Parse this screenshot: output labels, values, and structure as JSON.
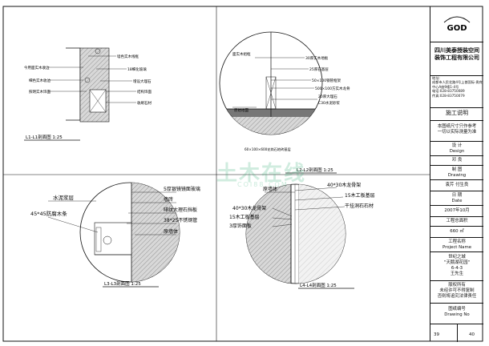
{
  "drawings": {
    "l1": {
      "title": "L1-L1剖面图 1:25",
      "labels": [
        "墙色实木线框",
        "今用面实木收边",
        "18细化玻璃",
        "细色实木收边",
        "增设大理石",
        "照明实木饰面",
        "结构饰面",
        "收刷石材"
      ]
    },
    "l2": {
      "title": "L2-L2剖面图 1:25",
      "labels": [
        "面实木组框",
        "30厚实木地板",
        "25厚石基层",
        "50×100钢管框架",
        "500×100方实木龙骨",
        "20厚大理石",
        "C30水泥砂浆",
        "原始地面",
        "60×100×600花岗石地砖基层"
      ]
    },
    "l3": {
      "title": "L3-L3剖面图 1:25",
      "labels": [
        "5厚银镜镜面玻璃",
        "墙砖",
        "啡纹大理石挡板",
        "38*25不锈钢管",
        "原墙体",
        "水泥浆层",
        "45*45防腐木条"
      ]
    },
    "l4": {
      "title": "L4-L4剖面图 1:25",
      "labels": [
        "原墙体",
        "40*30木龙骨架",
        "15木工板基层",
        "干挂洞石石材",
        "40*30木龙骨架",
        "15木工板基层",
        "3厚饰面板"
      ]
    }
  },
  "title_block": {
    "logo_text": "GOD",
    "company_line1": "四川美泰授装空间",
    "company_line2": "装饰工程有限公司",
    "address_label": "地址:",
    "address_text": "成都市人民北路4号上普国际·贵宾中心A座9楼1-4号",
    "phone": "电话:028-83750089",
    "fax": "传真:028-83750079",
    "section_title": "施工说明",
    "note_1": "本图纸尺寸只作参考",
    "note_2": "一切以实际测量为准",
    "design_cn": "设 计",
    "design_en": "Design",
    "designer": "邓 良",
    "drawing_cn": "制 图",
    "drawing_en": "Drawing",
    "drafters": "袁芹 付生良",
    "date_cn": "日 期",
    "date_en": "Date",
    "date_value": "2007年10月",
    "area_label": "工程总面积",
    "area_value": "660 ㎡",
    "project_cn": "工程名称",
    "project_en": "Project Name",
    "project_1": "世纪之城",
    "project_2": "\"天鹅湖花园\"",
    "project_3": "6-4-3",
    "project_4": "王先生",
    "rights_1": "版权所有",
    "rights_2": "未经许可不得复制",
    "rights_3": "否则将追究法律责任",
    "number_cn": "图纸编号",
    "number_en": "Drawing No",
    "page": "39",
    "total": "40"
  },
  "watermark": "土木在线",
  "watermark_sub": "COI88.COM"
}
